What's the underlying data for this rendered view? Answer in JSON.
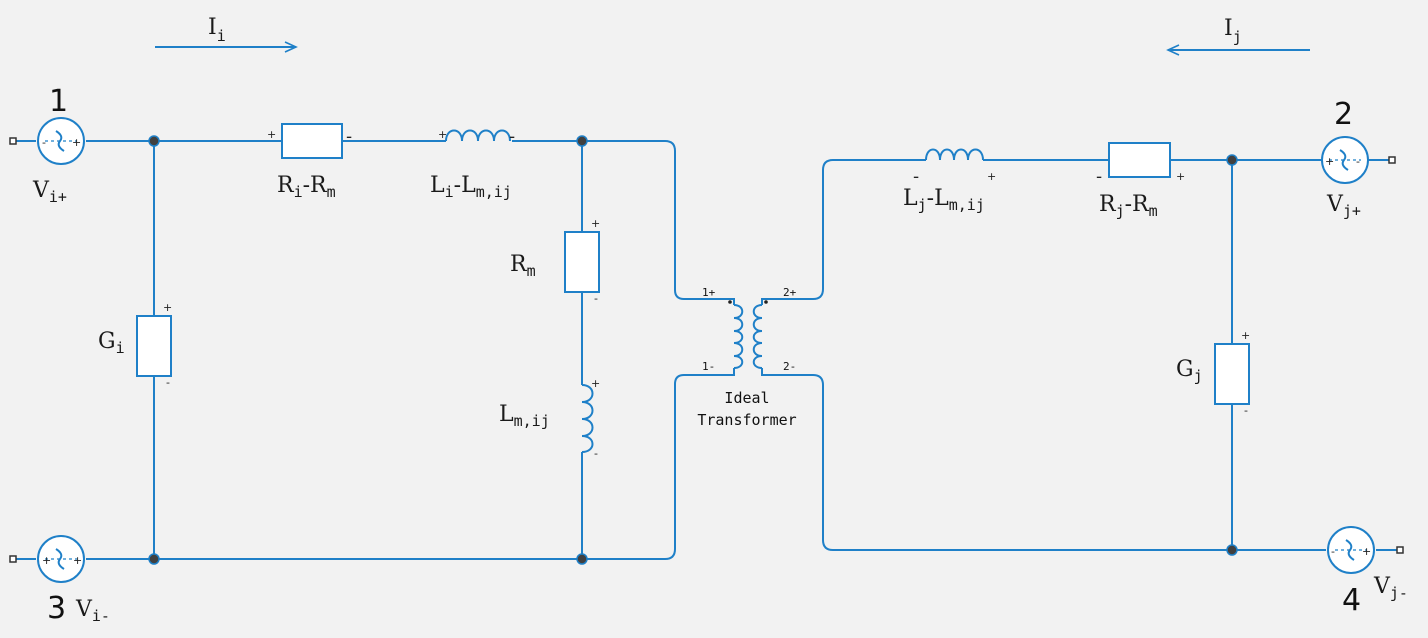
{
  "currents": {
    "left": {
      "symbol": "I",
      "sub": "i"
    },
    "right": {
      "symbol": "I",
      "sub": "j"
    }
  },
  "ports": [
    {
      "number": "1",
      "symbol": "V",
      "sub": "i+"
    },
    {
      "number": "2",
      "symbol": "V",
      "sub": "j+"
    },
    {
      "number": "3",
      "symbol": "V",
      "sub": "i-"
    },
    {
      "number": "4",
      "symbol": "V",
      "sub": "j-"
    }
  ],
  "components": {
    "r_left": {
      "a": "R",
      "a_sub": "i",
      "dash": "-",
      "b": "R",
      "b_sub": "m"
    },
    "l_left": {
      "a": "L",
      "a_sub": "i",
      "dash": "-",
      "b": "L",
      "b_sub": "m,ij"
    },
    "r_mag": {
      "a": "R",
      "a_sub": "m"
    },
    "l_mag": {
      "a": "L",
      "a_sub": "m,ij"
    },
    "g_left": {
      "a": "G",
      "a_sub": "i"
    },
    "l_right": {
      "a": "L",
      "a_sub": "j",
      "dash": "-",
      "b": "L",
      "b_sub": "m,ij"
    },
    "r_right": {
      "a": "R",
      "a_sub": "j",
      "dash": "-",
      "b": "R",
      "b_sub": "m"
    },
    "g_right": {
      "a": "G",
      "a_sub": "j"
    }
  },
  "transformer": {
    "line1": "Ideal",
    "line2": "Transformer",
    "p1_plus": "1+",
    "p1_minus": "1-",
    "p2_plus": "2+",
    "p2_minus": "2-"
  },
  "polarity": {
    "plus": "+",
    "minus": "-"
  },
  "colors": {
    "wire": "#1f80c8",
    "background": "#f2f2f2",
    "node": "#404040"
  }
}
